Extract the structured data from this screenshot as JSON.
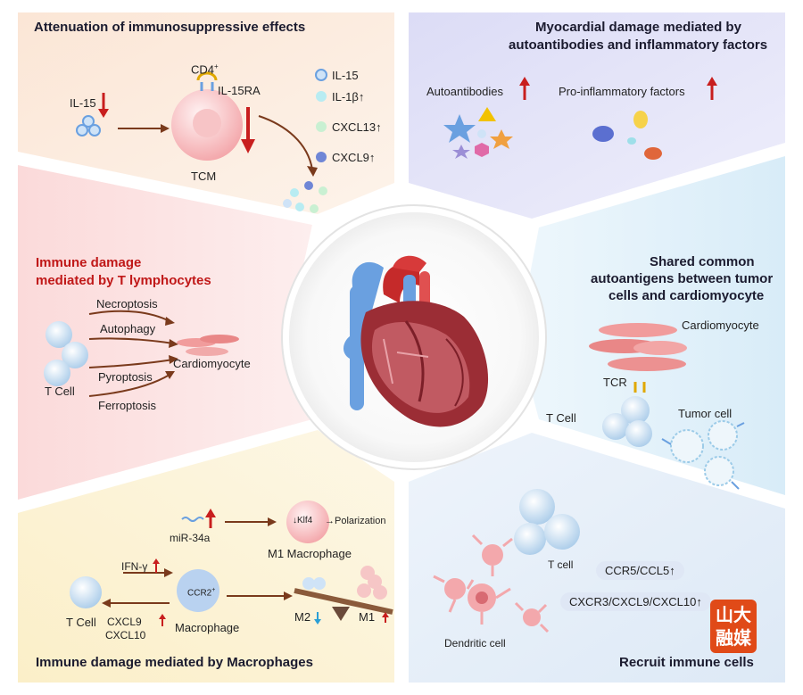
{
  "panels": {
    "top_left": {
      "title": "Attenuation of immunosuppressive effects",
      "il15": "IL-15",
      "cd4": "CD4",
      "cd4_sup": "+",
      "il15ra": "IL-15RA",
      "tcm": "TCM",
      "legend": [
        "IL-15",
        "IL-1β↑",
        "CXCL13↑",
        "CXCL9↑"
      ]
    },
    "top_right": {
      "title_line1": "Myocardial damage mediated by",
      "title_line2": "autoantibodies and inflammatory factors",
      "autoantibodies": "Autoantibodies",
      "proinflammatory": "Pro-inflammatory factors"
    },
    "middle_left": {
      "title_line1": "Immune damage",
      "title_line2": "mediated by T lymphocytes",
      "pathways": [
        "Necroptosis",
        "Autophagy",
        "Pyroptosis",
        "Ferroptosis"
      ],
      "cardiomyocyte": "Cardiomyocyte",
      "tcell": "T Cell"
    },
    "middle_right": {
      "title_line1": "Shared common",
      "title_line2": "autoantigens between tumor",
      "title_line3": "cells and cardiomyocyte",
      "cardiomyocyte": "Cardiomyocyte",
      "tcr": "TCR",
      "tcell": "T Cell",
      "tumor": "Tumor cell"
    },
    "bottom_left": {
      "title": "Immune damage mediated by Macrophages",
      "mir": "miR-34a",
      "klf4": "↓Klf4",
      "polarization": "→Polarization",
      "m1_macrophage": "M1 Macrophage",
      "ifn": "IFN-γ",
      "ccr2": "CCR2",
      "ccr2_sup": "+",
      "tcell": "T Cell",
      "macrophage": "Macrophage",
      "cxcl9": "CXCL9",
      "cxcl10": "CXCL10",
      "m2": "M2",
      "m1": "M1"
    },
    "bottom_right": {
      "title": "Recruit immune cells",
      "tcell": "T cell",
      "dendritic": "Dendritic cell",
      "ccr5": "CCR5/CCL5↑",
      "cxcr3": "CXCR3/CXCL9/CXCL10↑"
    }
  },
  "logo": [
    "山大",
    "融媒"
  ],
  "colors": {
    "title_red": "#c01818",
    "title_dark": "#1b1b2f",
    "arrow_brown": "#7a3a1c",
    "accent_red": "#c81e1e",
    "heart_dark": "#9b2d35",
    "vessel_blue": "#6aa0e0"
  }
}
